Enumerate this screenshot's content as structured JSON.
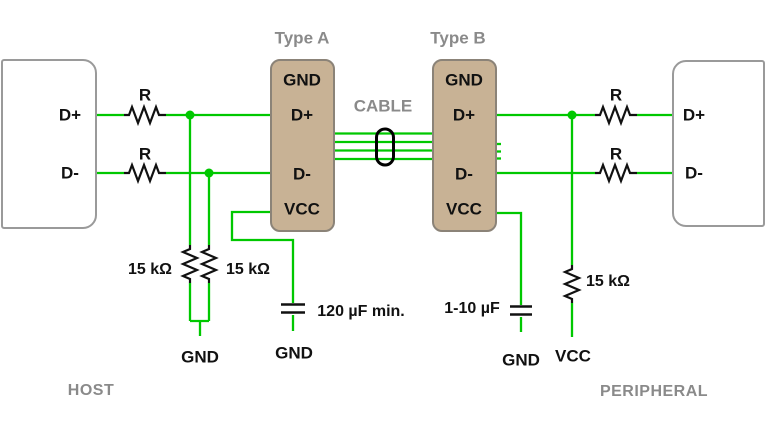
{
  "titles": {
    "host_zone": "HOST",
    "peripheral_zone": "PERIPHERAL",
    "cable": "CABLE",
    "connector_a": "Type A",
    "connector_b": "Type B"
  },
  "host": {
    "pins": {
      "dplus": "D+",
      "dminus": "D-"
    }
  },
  "peripheral": {
    "pins": {
      "dplus": "D+",
      "dminus": "D-"
    }
  },
  "connector_a": {
    "pins": {
      "gnd": "GND",
      "dplus": "D+",
      "dminus": "D-",
      "vcc": "VCC"
    }
  },
  "connector_b": {
    "pins": {
      "gnd": "GND",
      "dplus": "D+",
      "dminus": "D-",
      "vcc": "VCC"
    }
  },
  "resistors": {
    "series_labels": [
      "R",
      "R",
      "R",
      "R"
    ],
    "host_pulldown_left": "15 kΩ",
    "host_pulldown_right": "15 kΩ",
    "peripheral_pullup": "15 kΩ"
  },
  "capacitors": {
    "host_bulk": "120 µF min.",
    "peripheral_bypass": "1-10 µF"
  },
  "rails": {
    "gnd_host_pulldowns": "GND",
    "gnd_host_cap": "GND",
    "gnd_peripheral_cap": "GND",
    "vcc_peripheral_pullup": "VCC"
  },
  "colors": {
    "wire_green": "#00c800",
    "connector_fill": "#c8b295",
    "connector_border": "#8b8378",
    "io_box_border": "#9a9a9a",
    "gray_text": "#8a8a8a",
    "black_text": "#111111",
    "background": "#ffffff"
  }
}
